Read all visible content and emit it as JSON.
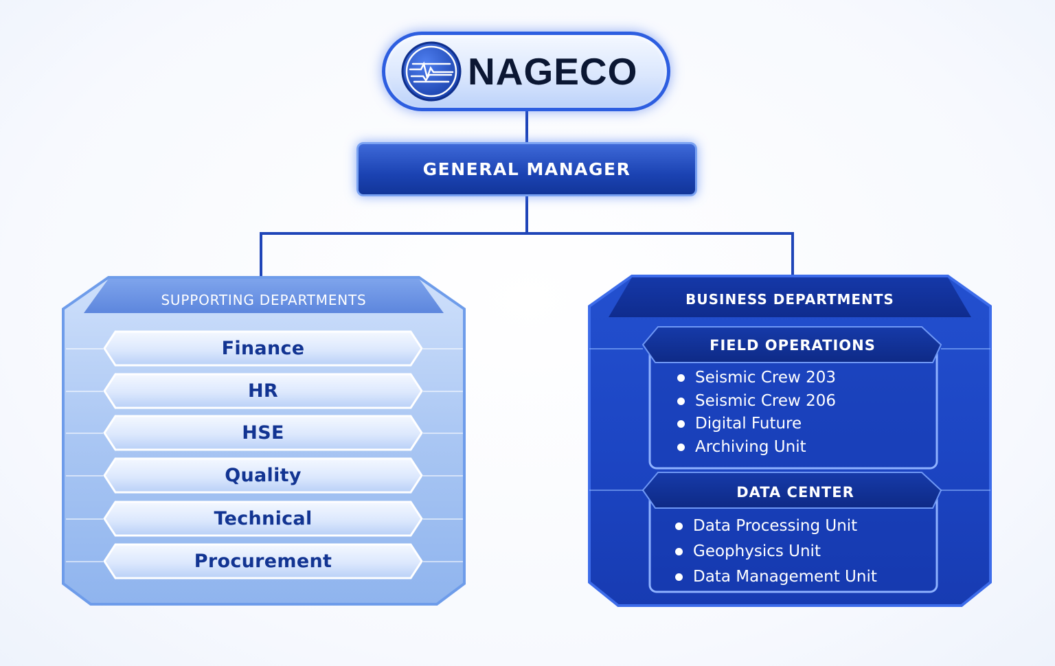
{
  "logo": {
    "text": "NAGECO",
    "emblem": "seismic-wave-emblem"
  },
  "general_manager": {
    "label": "GENERAL MANAGER"
  },
  "supporting": {
    "title": "SUPPORTING DEPARTMENTS",
    "items": [
      {
        "label": "Finance"
      },
      {
        "label": "HR"
      },
      {
        "label": "HSE"
      },
      {
        "label": "Quality"
      },
      {
        "label": "Technical"
      },
      {
        "label": "Procurement"
      }
    ]
  },
  "business": {
    "title": "BUSINESS DEPARTMENTS",
    "groups": [
      {
        "title": "FIELD OPERATIONS",
        "items": [
          "Seismic Crew 203",
          "Seismic Crew 206",
          "Digital Future",
          "Archiving Unit"
        ]
      },
      {
        "title": "DATA CENTER",
        "items": [
          "Data Processing Unit",
          "Geophysics Unit",
          "Data Management Unit"
        ]
      }
    ]
  },
  "colors": {
    "primary_blue": "#1f45b8",
    "light_panel": "#b9d1f6",
    "dark_panel": "#1b3fc0",
    "text_dark": "#0b1733"
  }
}
